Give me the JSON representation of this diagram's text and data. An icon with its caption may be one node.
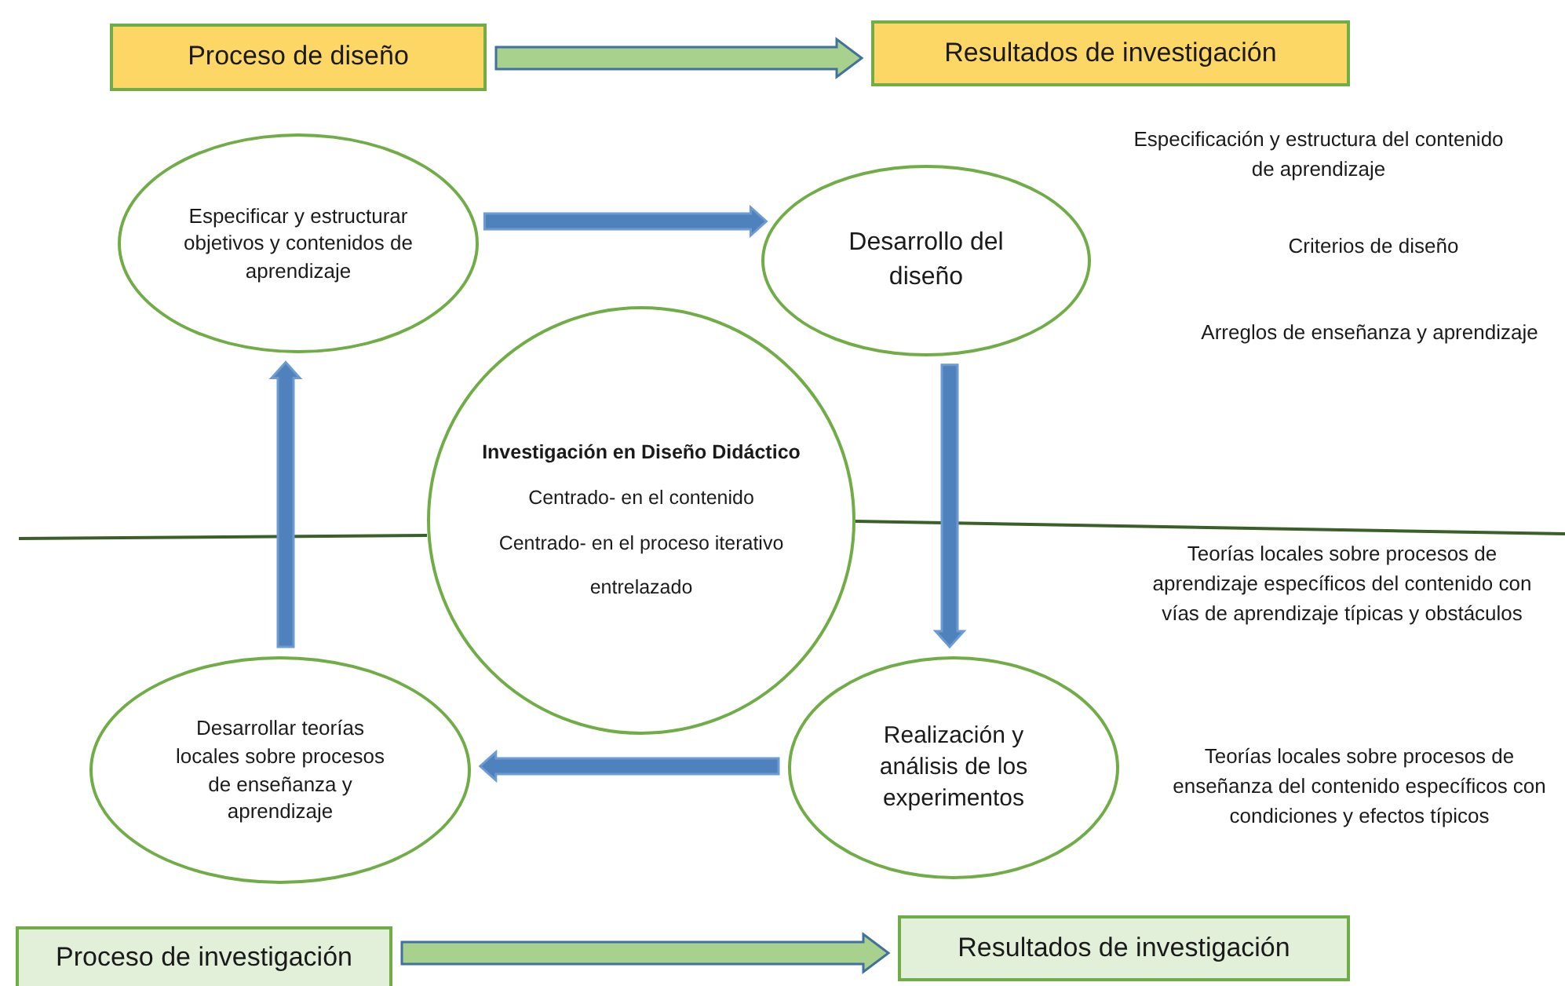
{
  "diagram": {
    "nodes": [
      {
        "text": [
          "Proceso de diseño"
        ]
      },
      {
        "text": [
          "Resultados de investigación"
        ]
      },
      {
        "text": [
          "Especificar y estructurar objetivos y contenidos de aprendizaje"
        ]
      },
      {
        "text": [
          "Desarrollo del diseño"
        ]
      },
      {
        "text": [
          "Investigación en Diseño Didáctico",
          "Centrado- en el contenido",
          "Centrado- en el proceso iterativo",
          "entrelazado"
        ]
      },
      {
        "text": [
          "Desarrollar teorías locales sobre procesos de enseñanza y aprendizaje"
        ]
      },
      {
        "text": [
          "Realización y análisis de los experimentos"
        ]
      },
      {
        "text": [
          "Proceso de investigación"
        ]
      },
      {
        "text": [
          "Resultados de investigación"
        ]
      }
    ],
    "edges": [
      {
        "from": 0,
        "to": 1,
        "arrow": "to",
        "color": "#a9d18e"
      },
      {
        "from": 2,
        "to": 3,
        "arrow": "to"
      },
      {
        "from": 3,
        "to": 6,
        "arrow": "to"
      },
      {
        "from": 6,
        "to": 5,
        "arrow": "to"
      },
      {
        "from": 5,
        "to": 2,
        "arrow": "to"
      },
      {
        "from": 7,
        "to": 8,
        "arrow": "to",
        "color": "#a9d18e"
      }
    ],
    "labels": [
      "Especificación y estructura del contenido de aprendizaje",
      "Criterios de diseño",
      "Arreglos de enseñanza y aprendizaje",
      "Teorías locales sobre procesos de aprendizaje específicos del contenido con vías de aprendizaje típicas y obstáculos",
      "Teorías locales sobre procesos de enseñanza del contenido específicos con condiciones y efectos típicos"
    ]
  }
}
